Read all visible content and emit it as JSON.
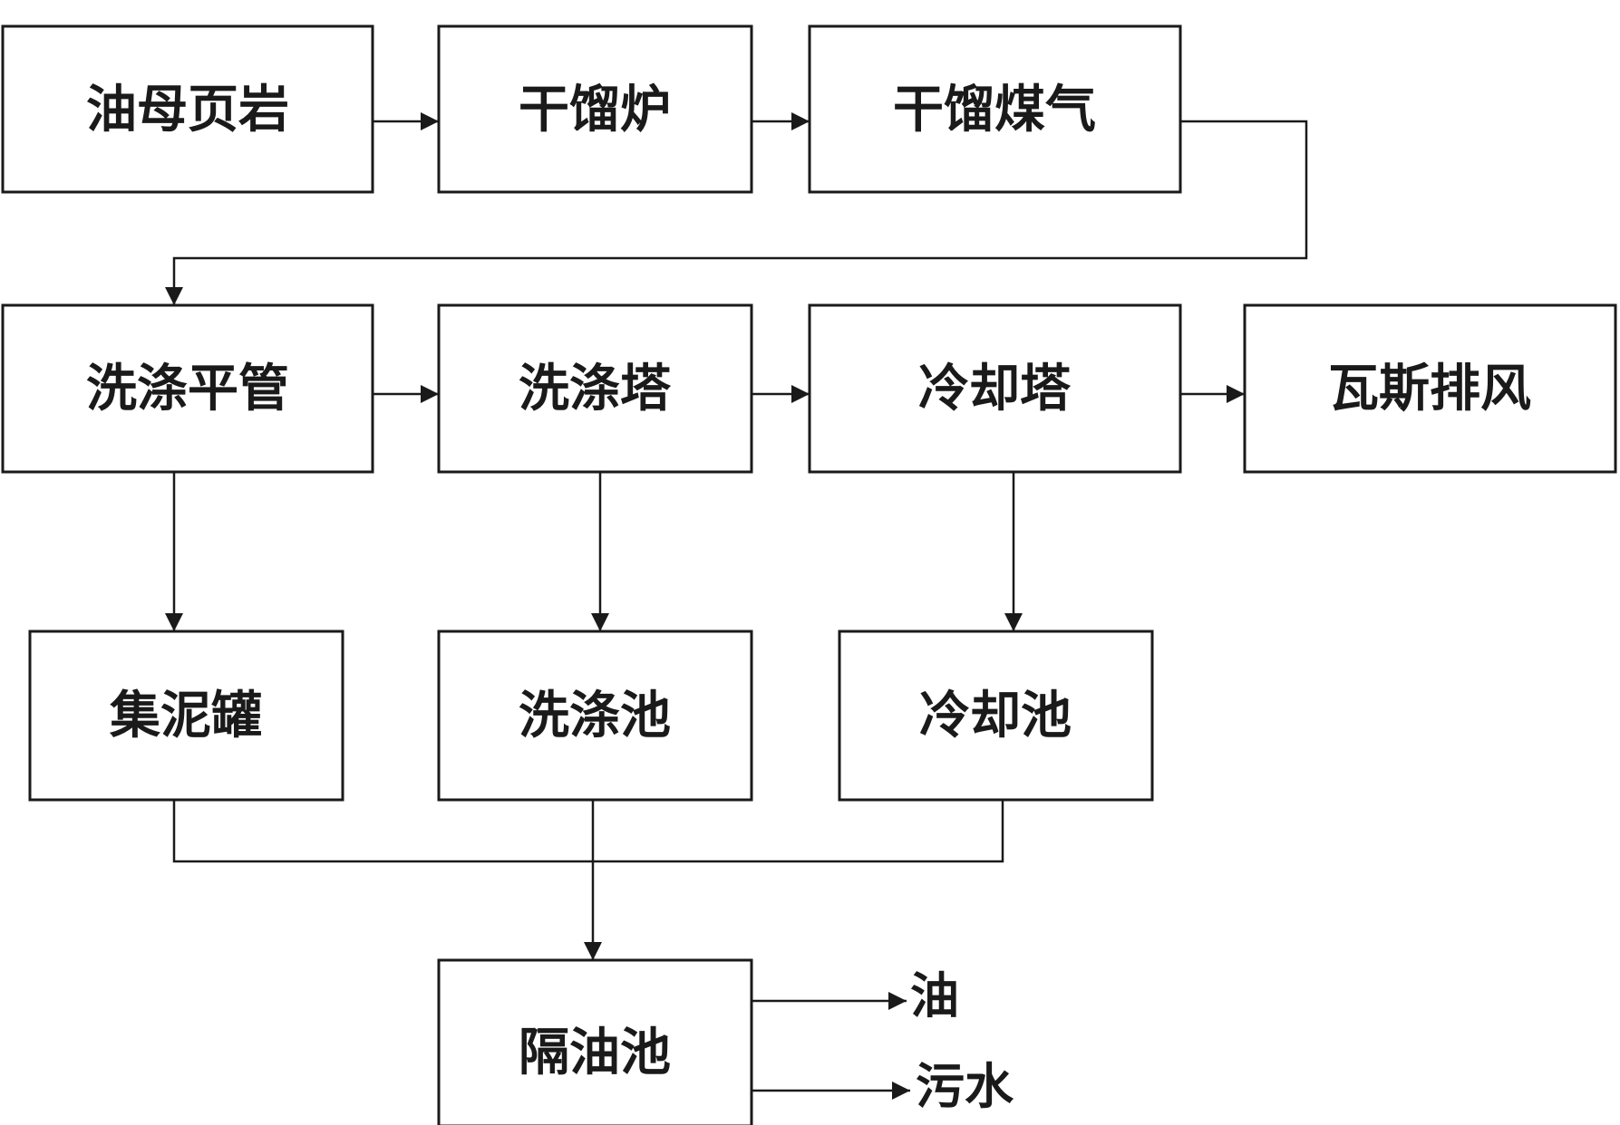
{
  "row1": {
    "oil_shale": "油母页岩",
    "retort": "干馏炉",
    "retort_gas": "干馏煤气"
  },
  "row2": {
    "wash_pipe": "洗涤平管",
    "wash_tower": "洗涤塔",
    "cooling_tower": "冷却塔",
    "gas_exhaust": "瓦斯排风"
  },
  "row3": {
    "sludge_tank": "集泥罐",
    "wash_pool": "洗涤池",
    "cooling_pool": "冷却池"
  },
  "row4": {
    "separator": "隔油池"
  },
  "outputs": {
    "oil": "油",
    "wastewater": "污水"
  }
}
